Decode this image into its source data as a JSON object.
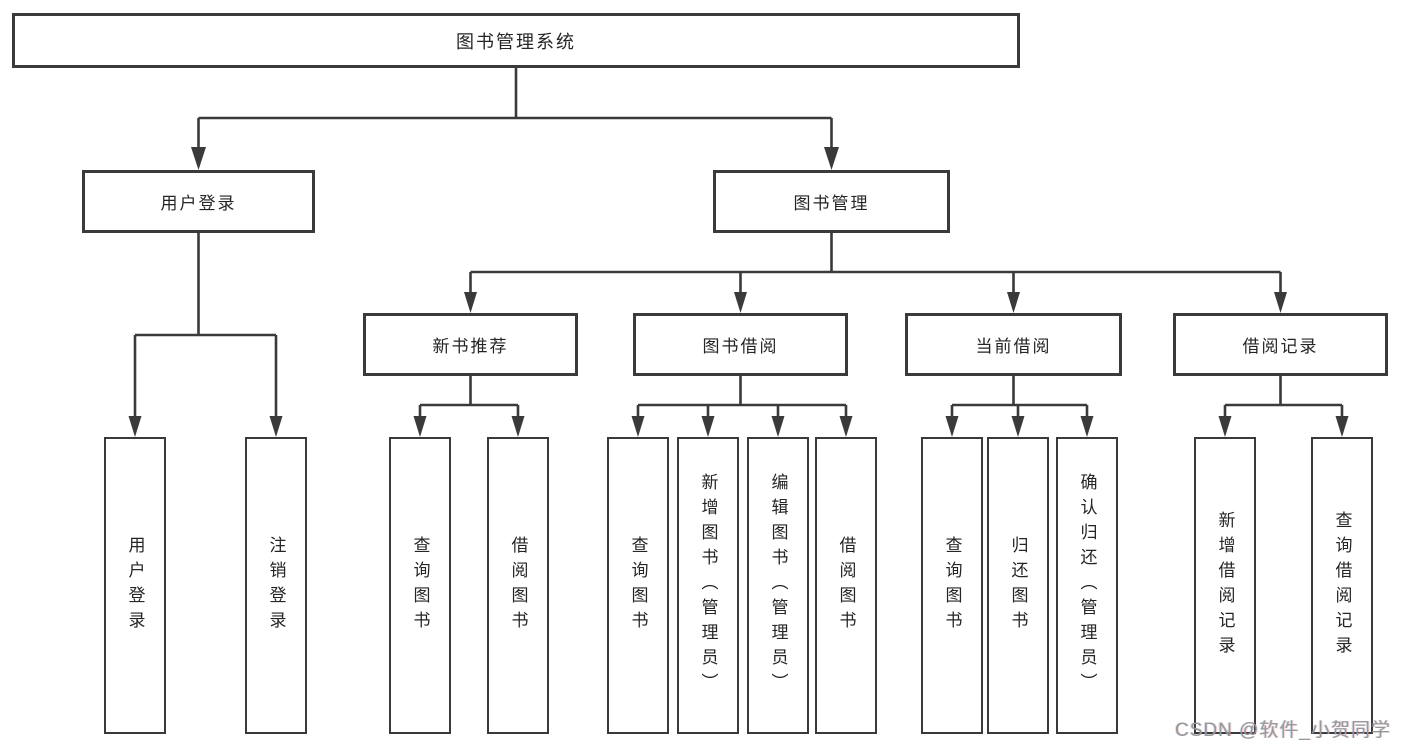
{
  "palette": {
    "line_color": "#3a3a3a",
    "box_border_color": "#3a3a3a",
    "box_background": "#ffffff",
    "text_color": "#252525",
    "watermark_color": "#989898",
    "page_background": "#ffffff"
  },
  "diagram": {
    "root": {
      "label": "图书管理系统"
    },
    "level1": [
      {
        "label": "用户登录"
      },
      {
        "label": "图书管理"
      }
    ],
    "level2": [
      {
        "label": "新书推荐",
        "parent": "图书管理"
      },
      {
        "label": "图书借阅",
        "parent": "图书管理"
      },
      {
        "label": "当前借阅",
        "parent": "图书管理"
      },
      {
        "label": "借阅记录",
        "parent": "图书管理"
      }
    ],
    "leaves": [
      {
        "label": "用户登录",
        "parent": "用户登录"
      },
      {
        "label": "注销登录",
        "parent": "用户登录"
      },
      {
        "label": "查询图书",
        "parent": "新书推荐"
      },
      {
        "label": "借阅图书",
        "parent": "新书推荐"
      },
      {
        "label": "查询图书",
        "parent": "图书借阅"
      },
      {
        "label": "新增图书（管理员）",
        "parent": "图书借阅"
      },
      {
        "label": "编辑图书（管理员）",
        "parent": "图书借阅"
      },
      {
        "label": "借阅图书",
        "parent": "图书借阅"
      },
      {
        "label": "查询图书",
        "parent": "当前借阅"
      },
      {
        "label": "归还图书",
        "parent": "当前借阅"
      },
      {
        "label": "确认归还（管理员）",
        "parent": "当前借阅"
      },
      {
        "label": "新增借阅记录",
        "parent": "借阅记录"
      },
      {
        "label": "查询借阅记录",
        "parent": "借阅记录"
      }
    ]
  },
  "watermark": {
    "text": "CSDN @软件_小贺同学"
  }
}
